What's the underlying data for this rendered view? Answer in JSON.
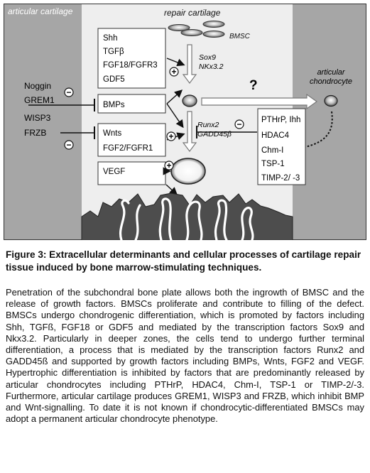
{
  "figure": {
    "region_left": "articular cartilage",
    "region_center": "repair cartilage",
    "bmsc_label": "BMSC",
    "box_top": [
      "Shh",
      "TGFβ",
      "FGF18/FGFR3",
      "GDF5"
    ],
    "box_bmps": "BMPs",
    "box_wnts": [
      "Wnts",
      "FGF2/FGFR1"
    ],
    "box_vegf": "VEGF",
    "box_right": [
      "PTHrP, Ihh",
      "HDAC4",
      "Chm-I",
      "TSP-1",
      "TIMP-2/ -3"
    ],
    "inhibitors_bmp": [
      "Noggin",
      "GREM1"
    ],
    "inhibitors_wnt": [
      "WISP3",
      "FRZB"
    ],
    "tf_upper": [
      "Sox9",
      "NKx3.2"
    ],
    "tf_lower": [
      "Runx2",
      "GADD45β"
    ],
    "question_mark": "?",
    "articular_chondrocyte": [
      "articular",
      "chondrocyte"
    ],
    "plus_sign": "+",
    "minus_sign": "−"
  },
  "caption": "Figure 3: Extracellular determinants and cellular processes of cartilage repair tissue induced by bone marrow-stimulating techniques.",
  "body": "Penetration of the subchondral bone plate allows both the ingrowth of BMSC and the release of growth factors. BMSCs proliferate and contribute to filling of the defect. BMSCs undergo chondrogenic differentiation, which is promoted by factors including Shh, TGFß, FGF18 or GDF5 and mediated by the transcription factors Sox9 and Nkx3.2. Particularly in deeper zones, the cells tend to undergo further terminal differentiation, a process that is mediated by the transcription factors Runx2 and GADD45ß and supported by growth factors including BMPs, Wnts, FGF2 and VEGF. Hypertrophic differentiation is inhibited by factors that are predominantly released by articular chondrocytes including PTHrP, HDAC4, Chm-I, TSP-1 or TIMP-2/-3. Furthermore, articular cartilage produces GREM1, WISP3 and FRZB, which inhibit BMP and Wnt-signalling. To date it is not known if chondrocytic-differentiated BMSCs may adopt a permanent articular chondrocyte phenotype."
}
